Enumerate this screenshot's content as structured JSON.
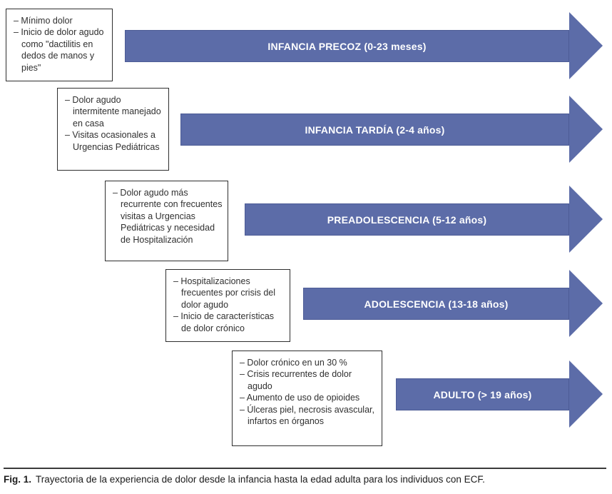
{
  "figure": {
    "rows": [
      {
        "box_bullets": [
          "– Mínimo dolor",
          "– Inicio de dolor agudo como \"dactilitis en dedos de manos y pies\""
        ],
        "arrow_label": "INFANCIA PRECOZ (0-23 meses)"
      },
      {
        "box_bullets": [
          "– Dolor agudo intermitente manejado en casa",
          "– Visitas ocasionales a Urgencias Pediátricas"
        ],
        "arrow_label": "INFANCIA TARDÍA (2-4 años)"
      },
      {
        "box_bullets": [
          "– Dolor agudo más recurrente con frecuentes visitas a Urgencias Pediátricas y necesidad de Hospitalización"
        ],
        "arrow_label": "PREADOLESCENCIA (5-12 años)"
      },
      {
        "box_bullets": [
          "– Hospitalizaciones frecuentes por crisis del dolor agudo",
          "– Inicio de características de dolor crónico"
        ],
        "arrow_label": "ADOLESCENCIA (13-18 años)"
      },
      {
        "box_bullets": [
          "– Dolor crónico en un 30 %",
          "– Crisis recurrentes de dolor agudo",
          "– Aumento de uso de opioides",
          "– Úlceras piel, necrosis avascular, infartos en órganos"
        ],
        "arrow_label": "ADULTO (> 19 años)"
      }
    ]
  },
  "caption": {
    "label": "Fig. 1.",
    "text": "Trayectoria de la experiencia de dolor desde la infancia hasta la edad adulta para los individuos con ECF."
  },
  "colors": {
    "arrow_fill": "#5c6ca8",
    "arrow_text": "#ffffff",
    "box_border": "#2e2e2e",
    "box_text": "#303030",
    "caption_rule": "#3a3a3a",
    "caption_text": "#1c1c1c",
    "background": "#ffffff"
  }
}
